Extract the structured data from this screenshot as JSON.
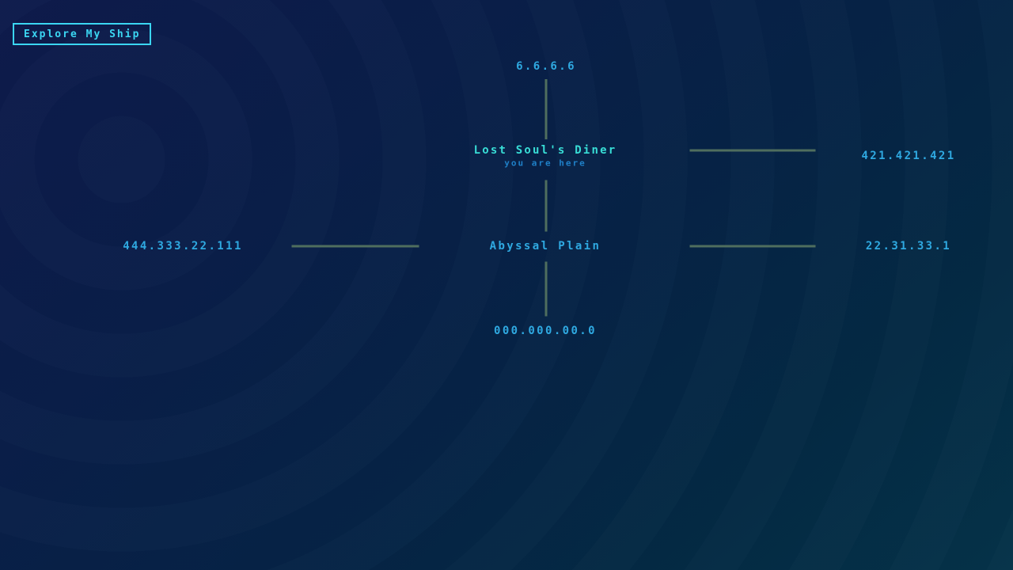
{
  "theme": {
    "bg_top_left": "#0e1b4c",
    "bg_bottom_right": "#053349",
    "accent_cyan": "#3bd6f2",
    "here_color": "#38ddd6",
    "status_color": "#1f80c8",
    "address_color": "#2fa9e1",
    "edge_color": "#4f6e5e"
  },
  "toolbar": {
    "explore_button_label": "Explore My Ship"
  },
  "map": {
    "current_location": {
      "name": "Lost Soul's Diner",
      "status": "you are here"
    },
    "destinations": {
      "north": "6.6.6.6",
      "northeast": "421.421.421",
      "west": "444.333.22.111",
      "center": "Abyssal Plain",
      "east": "22.31.33.1",
      "south": "000.000.00.0"
    }
  }
}
